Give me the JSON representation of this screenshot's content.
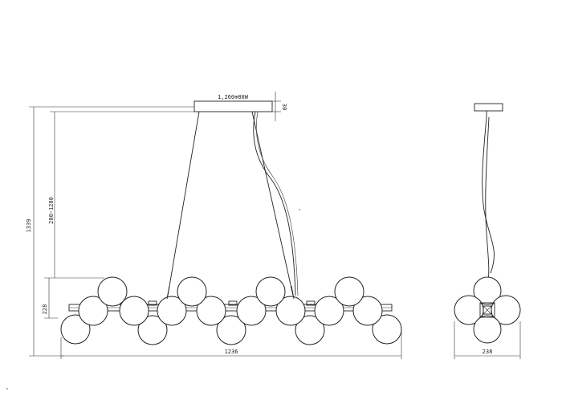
{
  "dimensions": {
    "canopy_label": "1,260⊕80W",
    "canopy_height": "30",
    "overall_height": "1339",
    "cable_range": "200~1200",
    "fixture_height": "228",
    "overall_width": "1236",
    "side_width": "238"
  },
  "colors": {
    "line": "#222222",
    "background": "#ffffff"
  }
}
